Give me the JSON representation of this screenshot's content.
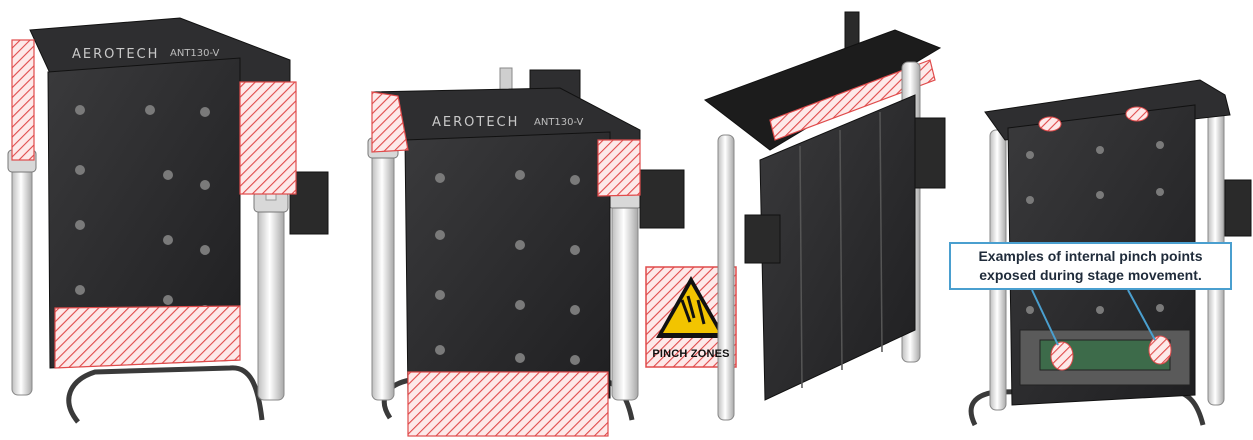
{
  "logo": {
    "brand": "AEROTECH",
    "model": "ANT130-V"
  },
  "warning_sign": {
    "label": "PINCH ZONES",
    "accent_color": "#f2c400",
    "hatch_color": "#e04b4b"
  },
  "callout": {
    "line1": "Examples of internal pinch points",
    "line2": "exposed during stage movement.",
    "border_color": "#4a9fcf"
  },
  "views": [
    {
      "id": "view-1"
    },
    {
      "id": "view-2"
    },
    {
      "id": "view-3"
    },
    {
      "id": "view-4"
    }
  ]
}
